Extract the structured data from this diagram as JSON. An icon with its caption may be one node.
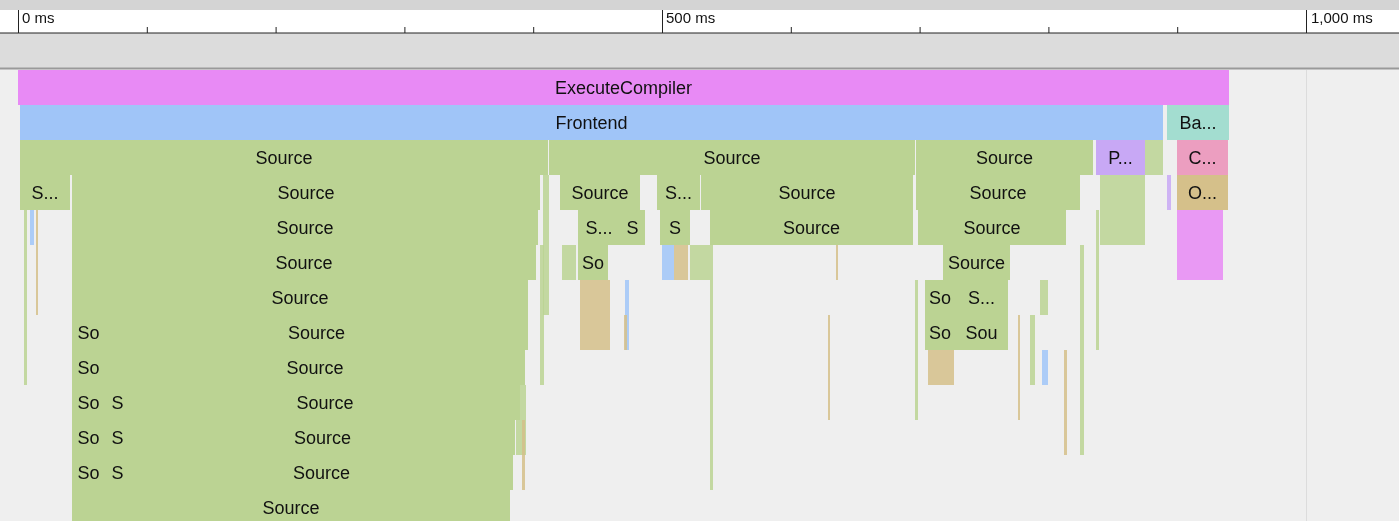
{
  "diagram": {
    "nodes": [
      {
        "text": [
          "ExecuteCompiler"
        ]
      },
      {
        "text": [
          "Frontend"
        ]
      },
      {
        "text": [
          "Ba..."
        ]
      },
      {
        "text": [
          "Source"
        ]
      },
      {
        "text": [
          "Source"
        ]
      },
      {
        "text": [
          "Source"
        ]
      },
      {
        "text": [
          "P..."
        ]
      },
      {
        "text": [
          "C..."
        ]
      },
      {
        "text": [
          "S..."
        ]
      },
      {
        "text": [
          "Source"
        ]
      },
      {
        "text": [
          "Source"
        ]
      },
      {
        "text": [
          "S..."
        ]
      },
      {
        "text": [
          "Source"
        ]
      },
      {
        "text": [
          "Source"
        ]
      },
      {
        "text": [
          "O..."
        ]
      },
      {
        "text": [
          "Source"
        ]
      },
      {
        "text": [
          "S..."
        ]
      },
      {
        "text": [
          "S"
        ]
      },
      {
        "text": [
          "S"
        ]
      },
      {
        "text": [
          "Source"
        ]
      },
      {
        "text": [
          "Source"
        ]
      },
      {
        "text": [
          "Source"
        ]
      },
      {
        "text": [
          "So"
        ]
      },
      {
        "text": [
          "Source"
        ]
      },
      {
        "text": [
          "Source"
        ]
      },
      {
        "text": [
          "So"
        ]
      },
      {
        "text": [
          "S..."
        ]
      },
      {
        "text": [
          "So"
        ]
      },
      {
        "text": [
          "Source"
        ]
      },
      {
        "text": [
          "So"
        ]
      },
      {
        "text": [
          "Sou"
        ]
      },
      {
        "text": [
          "So"
        ]
      },
      {
        "text": [
          "Source"
        ]
      },
      {
        "text": [
          "So"
        ]
      },
      {
        "text": [
          "S"
        ]
      },
      {
        "text": [
          "Source"
        ]
      },
      {
        "text": [
          "So"
        ]
      },
      {
        "text": [
          "S"
        ]
      },
      {
        "text": [
          "Source"
        ]
      },
      {
        "text": [
          "So"
        ]
      },
      {
        "text": [
          "S"
        ]
      },
      {
        "text": [
          "Source"
        ]
      },
      {
        "text": [
          "Source"
        ]
      }
    ],
    "labels": [
      "0 ms",
      "500 ms",
      "1,000 ms"
    ]
  }
}
